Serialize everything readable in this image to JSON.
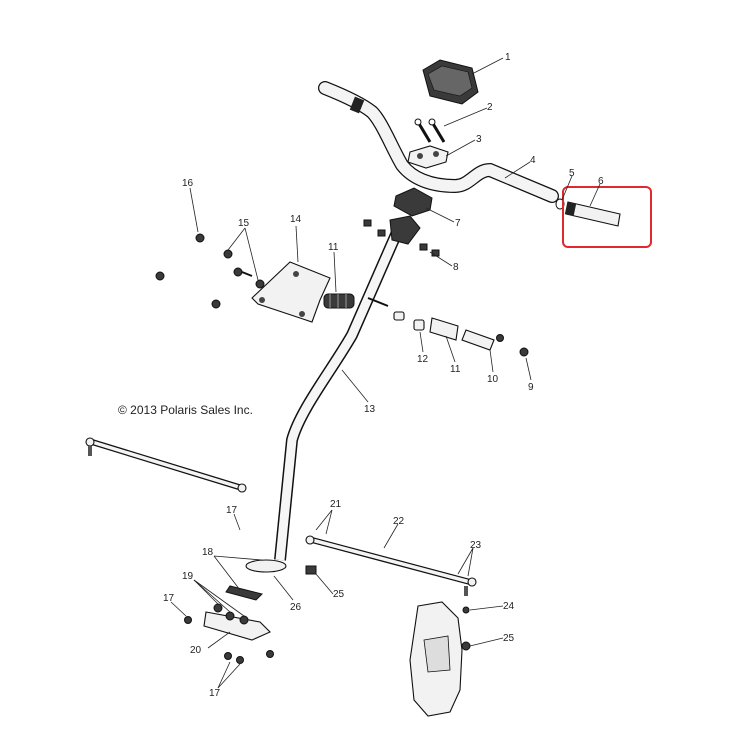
{
  "copyright": "© 2013 Polaris Sales Inc.",
  "highlight_color": "#e0282e",
  "callouts": [
    "1",
    "2",
    "3",
    "4",
    "5",
    "6",
    "7",
    "8",
    "9",
    "10",
    "11",
    "11",
    "12",
    "13",
    "14",
    "15",
    "16",
    "17",
    "17",
    "17",
    "18",
    "19",
    "20",
    "21",
    "22",
    "23",
    "24",
    "25",
    "25",
    "26"
  ]
}
